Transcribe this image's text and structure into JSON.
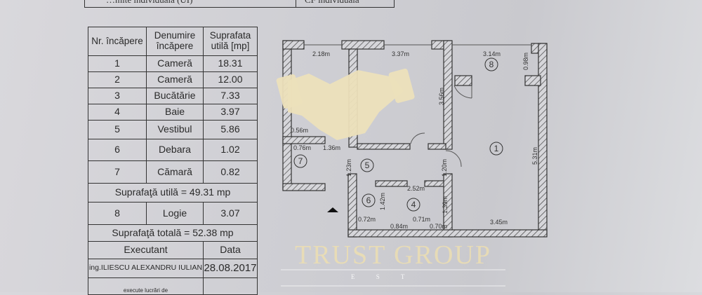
{
  "top_row": {
    "left_partial": "…mite individuală (UI)",
    "right": "CF individuală"
  },
  "table": {
    "headers": [
      "Nr. încăpere",
      "Denumire încăpere",
      "Suprafata utilă [mp]"
    ],
    "rows": [
      {
        "nr": "1",
        "name": "Cameră",
        "area": "18.31"
      },
      {
        "nr": "2",
        "name": "Cameră",
        "area": "12.00"
      },
      {
        "nr": "3",
        "name": "Bucătărie",
        "area": "7.33"
      },
      {
        "nr": "4",
        "name": "Baie",
        "area": "3.97"
      },
      {
        "nr": "5",
        "name": "Vestibul",
        "area": "5.86"
      },
      {
        "nr": "6",
        "name": "Debara",
        "area": "1.02"
      },
      {
        "nr": "7",
        "name": "Cămară",
        "area": "0.82"
      }
    ],
    "useful_total": "Suprafaţă utilă  = 49.31 mp",
    "loggia": {
      "nr": "8",
      "name": "Logie",
      "area": "3.07"
    },
    "grand_total": "Suprafaţă totală  = 52.38 mp",
    "executant_label": "Executant",
    "date_label": "Data",
    "executant": "ing.ILIESCU ALEXANDRU IULIAN",
    "date": "28.08.2017",
    "stamp_text": "execute lucrări de"
  },
  "plan": {
    "dims": [
      "2.18m",
      "3.37m",
      "3.14m",
      "0.98m",
      "3.56m",
      "5.31m",
      "0.56m",
      "0.76m",
      "1.36m",
      "1.23m",
      "1.20m",
      "2.52m",
      "1.42m",
      "1.39m",
      "0.72m",
      "0.84m",
      "0.71m",
      "0.70m",
      "3.45m"
    ],
    "rooms": [
      "1",
      "4",
      "5",
      "6",
      "7",
      "8"
    ]
  },
  "watermark": {
    "brand": "TRUST GROUP",
    "sub": "E S T"
  }
}
